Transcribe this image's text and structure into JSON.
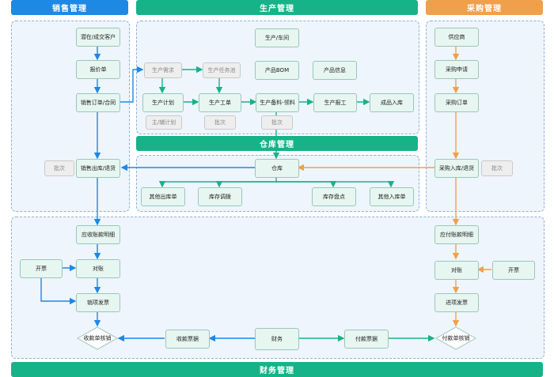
{
  "headers": {
    "sales": "销售管理",
    "production": "生产管理",
    "purchase": "采购管理",
    "warehouse": "仓库管理",
    "finance": "财务管理"
  },
  "colors": {
    "sales": "#1e88e5",
    "production": "#17b388",
    "purchase": "#f0a04b",
    "edge": "#1e88e5",
    "edge_green": "#17b388",
    "edge_orange": "#f0a04b"
  },
  "sales": {
    "prospect": "潜在/成交客户",
    "quote": "报价单",
    "order": "销售订单/合同",
    "outbound": "销售出库/退货",
    "batch": "批次"
  },
  "production": {
    "workshop": "生产/车间",
    "demand": "生产需求",
    "plan": "生产计划",
    "main_sub_plan": "主/辅计划",
    "task_pool": "生产任务池",
    "work_order": "生产工单",
    "batch1": "批次",
    "bom": "产品BOM",
    "info": "产品信息",
    "material": "生产备料-领料",
    "batch2": "批次",
    "report": "生产报工",
    "finished_in": "成品入库"
  },
  "purchase": {
    "supplier": "供应商",
    "request": "采购申请",
    "order": "采购订单",
    "inbound": "采购入库/退货",
    "batch": "批次"
  },
  "warehouse": {
    "warehouse": "仓库",
    "other_out": "其他出库单",
    "transfer": "库存调拨",
    "stocktake": "库存盘点",
    "other_in": "其他入库单"
  },
  "finance": {
    "receivable": "应收账款明细",
    "invoice_left": "开票",
    "reconcile_left": "对账",
    "sales_invoice": "销项发票",
    "receipt_verify": "收款单核销",
    "receipt": "收款票据",
    "finance": "财务",
    "payment": "付款票据",
    "payment_verify": "付款单核销",
    "payable": "应付账款明细",
    "reconcile_right": "对账",
    "invoice_right": "开票",
    "purchase_invoice": "进项发票"
  }
}
